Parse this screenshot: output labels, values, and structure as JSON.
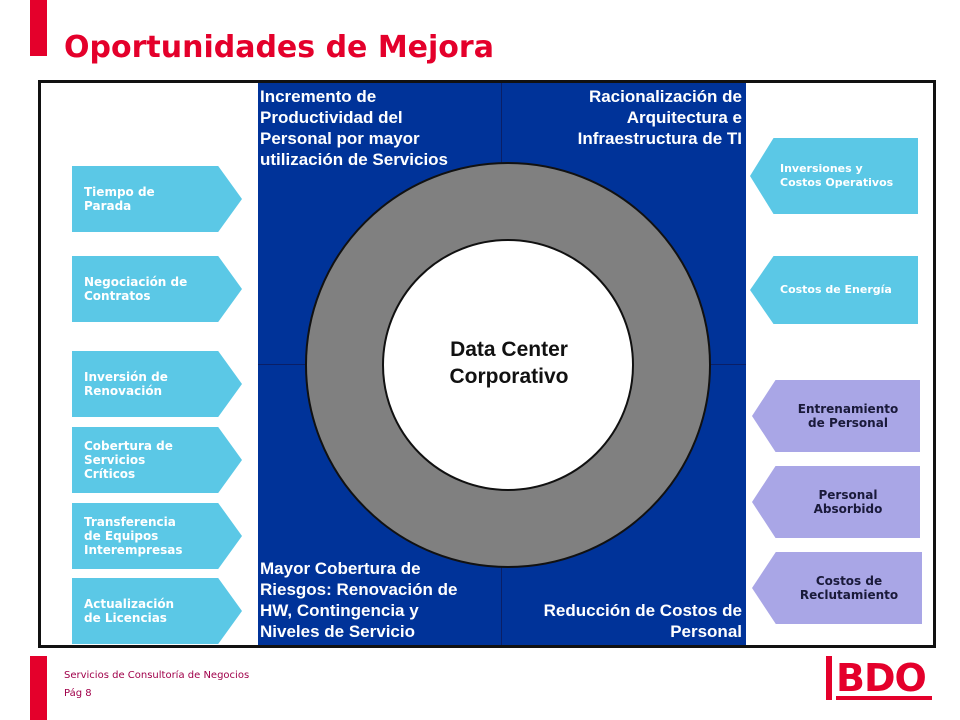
{
  "title": "Oportunidades de Mejora",
  "quadrants": {
    "top_left": "Incremento de\nProductividad del\nPersonal por mayor\nutilización de Servicios",
    "top_right": "Racionalización de\nArquitectura e\nInfraestructura de TI",
    "bottom_left": "Mayor Cobertura de\nRiesgos: Renovación de\nHW, Contingencia y\nNiveles de Servicio",
    "bottom_right": "Reducción de Costos de\nPersonal"
  },
  "center": {
    "label": "Data Center\nCorporativo"
  },
  "left_tags": [
    "Tiempo de\nParada",
    "Negociación de\nContratos",
    "Inversión de\nRenovación",
    "Cobertura de\nServicios\nCríticos",
    "Transferencia\nde Equipos\nInterempresas",
    "Actualización\nde Licencias"
  ],
  "right_tags": [
    "Inversiones y\nCostos Operativos",
    "Costos de Energía"
  ],
  "right_purple_tags": [
    "Entrenamiento\nde Personal",
    "Personal\nAbsorbido",
    "Costos de\nReclutamiento"
  ],
  "footer": {
    "line1": "Servicios  de Consultoría  de Negocios",
    "line2": "Pág 8"
  },
  "logo": {
    "text": "BDO"
  },
  "colors": {
    "brand_red": "#e4002b",
    "quadrant_blue": "#003399",
    "ring_gray": "#808080",
    "tag_cyan": "#5bc8e6",
    "tag_purple": "#a9a6e6"
  }
}
